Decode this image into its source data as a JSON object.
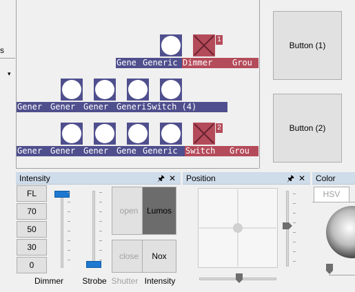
{
  "left_strip": {
    "text": "s",
    "arrow": "▾"
  },
  "canvas": {
    "row1": {
      "labels": [
        "Gene",
        "Generic",
        "Dimmer",
        "Grou"
      ],
      "badge": "1"
    },
    "row2": {
      "labels": [
        "Gener",
        "Gener",
        "Gener",
        "Generic",
        "Switch (4)"
      ]
    },
    "row3": {
      "labels": [
        "Gener",
        "Gener",
        "Gener",
        "Gene",
        "Generic",
        "Switch",
        "Grou"
      ],
      "badge": "2"
    }
  },
  "buttons": {
    "button1": "Button (1)",
    "button2": "Button (2)"
  },
  "intensity_dock": {
    "title": "Intensity",
    "pin": "🖈",
    "close": "✕",
    "presets": [
      "FL",
      "70",
      "50",
      "30",
      "0"
    ],
    "dimmer_label": "Dimmer",
    "dimmer_level": 1.0,
    "strobe_label": "Strobe",
    "strobe_level": 0.0,
    "shutter_label": "Shutter",
    "shutter_open": "open",
    "shutter_close": "close",
    "intensity_label": "Intensity",
    "lumos": "Lumos",
    "nox": "Nox"
  },
  "position_dock": {
    "title": "Position",
    "pin": "🖈",
    "close": "✕"
  },
  "color_dock": {
    "title": "Color",
    "tab_hsv": "HSV"
  },
  "colors": {
    "fixture_blue": "#4f4f8e",
    "fixture_red": "#b44b5a",
    "slider_blue": "#1e78d0",
    "dock_title": "#cfdcea"
  }
}
